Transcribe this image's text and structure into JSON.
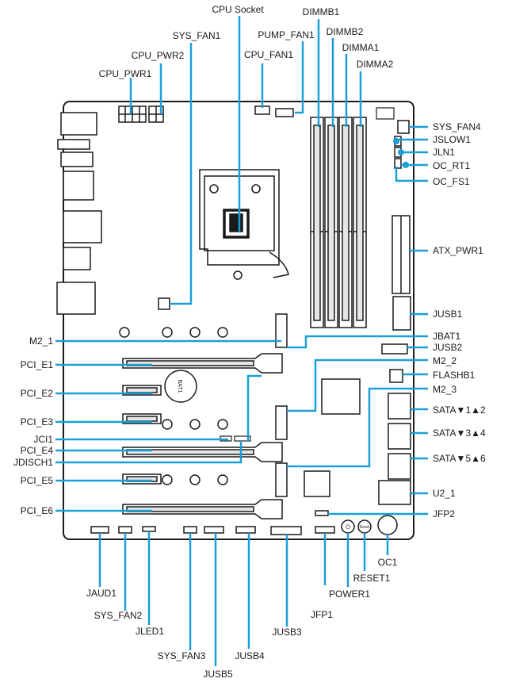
{
  "colors": {
    "board_outline": "#1a1a1a",
    "leader_line": "#1a9fd6",
    "component_fill": "#ffffff",
    "component_dark": "#1a1a1a",
    "slot_fill": "#e6e6e6"
  },
  "labels": {
    "cpu_socket": "CPU Socket",
    "sys_fan1": "SYS_FAN1",
    "dimmb1": "DIMMB1",
    "pump_fan1": "PUMP_FAN1",
    "dimmb2": "DIMMB2",
    "cpu_pwr2": "CPU_PWR2",
    "cpu_fan1": "CPU_FAN1",
    "dimma1": "DIMMA1",
    "dimma2": "DIMMA2",
    "cpu_pwr1": "CPU_PWR1",
    "sys_fan4": "SYS_FAN4",
    "jslow1": "JSLOW1",
    "jln1": "JLN1",
    "oc_rt1": "OC_RT1",
    "oc_fs1": "OC_FS1",
    "atx_pwr1": "ATX_PWR1",
    "jusb1": "JUSB1",
    "m2_1": "M2_1",
    "jbat1": "JBAT1",
    "jusb2": "JUSB2",
    "pci_e1": "PCI_E1",
    "m2_2": "M2_2",
    "flashb1": "FLASHB1",
    "pci_e2": "PCI_E2",
    "m2_3": "M2_3",
    "sata12": "SATA▼1▲2",
    "pci_e3": "PCI_E3",
    "sata34": "SATA▼3▲4",
    "jci1": "JCI1",
    "pci_e4": "PCI_E4",
    "sata56": "SATA▼5▲6",
    "jdisch1": "JDISCH1",
    "pci_e5": "PCI_E5",
    "u2_1": "U2_1",
    "pci_e6": "PCI_E6",
    "jfp2": "JFP2",
    "oc1": "OC1",
    "reset1": "RESET1",
    "power1": "POWER1",
    "jaud1": "JAUD1",
    "sys_fan2": "SYS_FAN2",
    "jled1": "JLED1",
    "jfp1": "JFP1",
    "jusb3": "JUSB3",
    "sys_fan3": "SYS_FAN3",
    "jusb4": "JUSB4",
    "jusb5": "JUSB5"
  },
  "board_text": {
    "battery": "BAT1",
    "reset_button": "Reset",
    "power_symbol": "⏻"
  }
}
